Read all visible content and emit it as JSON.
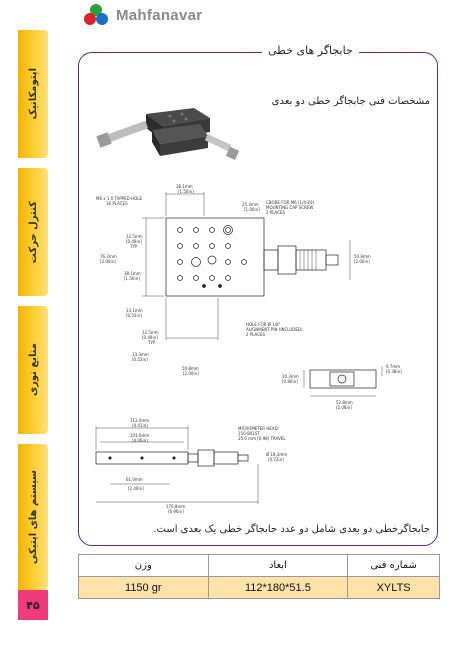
{
  "brand": {
    "name": "Mahfanavar"
  },
  "sidebar": {
    "tabs": [
      {
        "label": "اپتومکانیک"
      },
      {
        "label": "کنترل حرکت"
      },
      {
        "label": "منابع نوری"
      },
      {
        "label": "سیستم های اپتیکی"
      }
    ],
    "page_number": "۴۵"
  },
  "section": {
    "title": "جابجاگر های خطی",
    "subtitle": "مشخصات فنی جابجاگر خطی دو بعدی",
    "caption": "جابجاگرخطی دو بعدی شامل دو عدد جابجاگر خطی یک بعدی است."
  },
  "drawing_labels": {
    "top_width": "38.1mm",
    "top_width_in": "[1.50in]",
    "tapped_hole": "M6 x 1.0 TAPPED HOLE",
    "tapped_hole_count": "16 PLACES",
    "cbore_dim": "25.4mm",
    "cbore_dim_in": "[1.00in]",
    "cbore": "CBORE FOR M6 (1/4-20)",
    "cbore_2": "MOUNTING CAP SCREW",
    "cbore_3": "2 PLACES",
    "d_12_5": "12.5mm",
    "d_12_5_in": "[0.49in]",
    "typ": "TYP",
    "d_76_2": "76.2mm",
    "d_76_2_in": "[3.00in]",
    "d_38_1": "38.1mm",
    "d_38_1_in": "[1.50in]",
    "d_50_8_r": "50.8mm",
    "d_50_8_r_in": "[2.00in]",
    "d_13_1": "13.1mm",
    "d_13_1_in": "[0.52in]",
    "hole_pin": "HOLE FOR Ø 1/8\"",
    "hole_pin_2": "ALIGNMENT PIN (INCLUDED)",
    "hole_pin_3": "2 PLACES",
    "d_12_5b": "12.5mm",
    "d_12_5b_in": "[0.49in]",
    "typ2": "TYP",
    "d_13_3": "13.3mm",
    "d_13_3_in": "[0.52in]",
    "d_50_8_b": "50.8mm",
    "d_50_8_b_in": "[2.00in]",
    "d_20_3": "20.3mm",
    "d_20_3_in": "[0.80in]",
    "d_9_7": "9.7mm",
    "d_9_7_in": "[0.38in]",
    "d_52_8": "52.8mm",
    "d_52_8_in": "[2.08in]",
    "d_112": "112.0mm",
    "d_112_in": "[4.41in]",
    "d_101_6": "101.6mm",
    "d_101_6_in": "[4.00in]",
    "micrometer": "MICROMETER HEAD:",
    "micrometer_2": "150-801ST",
    "micrometer_3": "25.0 mm [0.98] TRAVEL",
    "d_18_3": "Ø 18.3mm",
    "d_18_3_in": "[0.72in]",
    "d_61": "61.0mm",
    "d_61_in": "[2.40in]",
    "d_176_8": "176.8mm",
    "d_176_8_in": "[6.96in]"
  },
  "spec_table": {
    "headers": [
      "وزن",
      "ابعاد",
      "شماره فنی"
    ],
    "row": [
      "1150 gr",
      "112*180*51.5",
      "XYLTS"
    ]
  },
  "colors": {
    "frame": "#5b2a86",
    "sidebar": "#ffd23f",
    "page_badge": "#ef3b7c",
    "table_row": "#ffe1aa"
  }
}
